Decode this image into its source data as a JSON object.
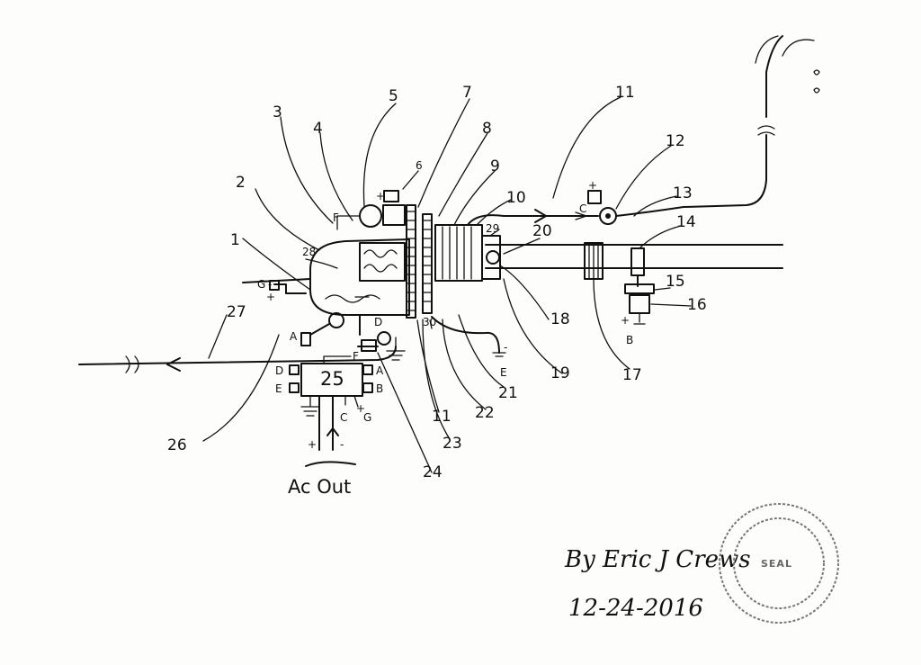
{
  "diagram": {
    "reference_numerals": [
      "1",
      "2",
      "3",
      "4",
      "5",
      "6",
      "7",
      "8",
      "9",
      "10",
      "11",
      "12",
      "13",
      "14",
      "15",
      "16",
      "17",
      "18",
      "19",
      "20",
      "21",
      "22",
      "23",
      "24",
      "25",
      "26",
      "27",
      "28",
      "29",
      "30",
      "11"
    ],
    "terminal_letters": {
      "A": "A",
      "B": "B",
      "C": "C",
      "D": "D",
      "E": "E",
      "F": "F",
      "G": "G"
    },
    "polarity": {
      "plus": "+",
      "minus": "-"
    },
    "block_25_label": "25",
    "output_label": "Ac Out"
  },
  "signature": {
    "by_text": "By Eric J Crews",
    "date_text": "12-24-2016",
    "seal_text": "SEAL"
  }
}
